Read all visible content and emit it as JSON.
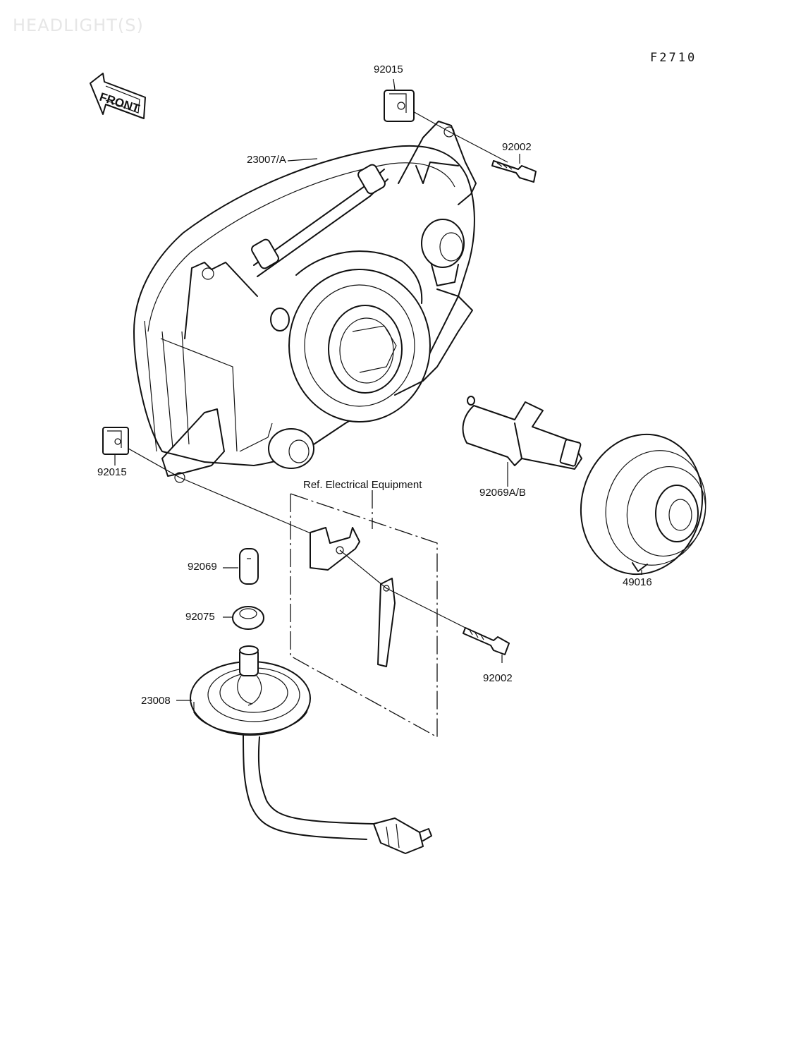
{
  "page": {
    "watermark": "HEADLIGHT(S)",
    "figure_code": "F2710",
    "front_label": "FRONT",
    "reference_note": "Ref. Electrical Equipment"
  },
  "callouts": [
    {
      "id": "92015-top",
      "text": "92015"
    },
    {
      "id": "92002-top",
      "text": "92002"
    },
    {
      "id": "23007A",
      "text": "23007/A"
    },
    {
      "id": "92015-left",
      "text": "92015"
    },
    {
      "id": "92069AB",
      "text": "92069A/B"
    },
    {
      "id": "49016",
      "text": "49016"
    },
    {
      "id": "92069",
      "text": "92069"
    },
    {
      "id": "92075",
      "text": "92075"
    },
    {
      "id": "92002-bottom",
      "text": "92002"
    },
    {
      "id": "23008",
      "text": "23008"
    }
  ]
}
